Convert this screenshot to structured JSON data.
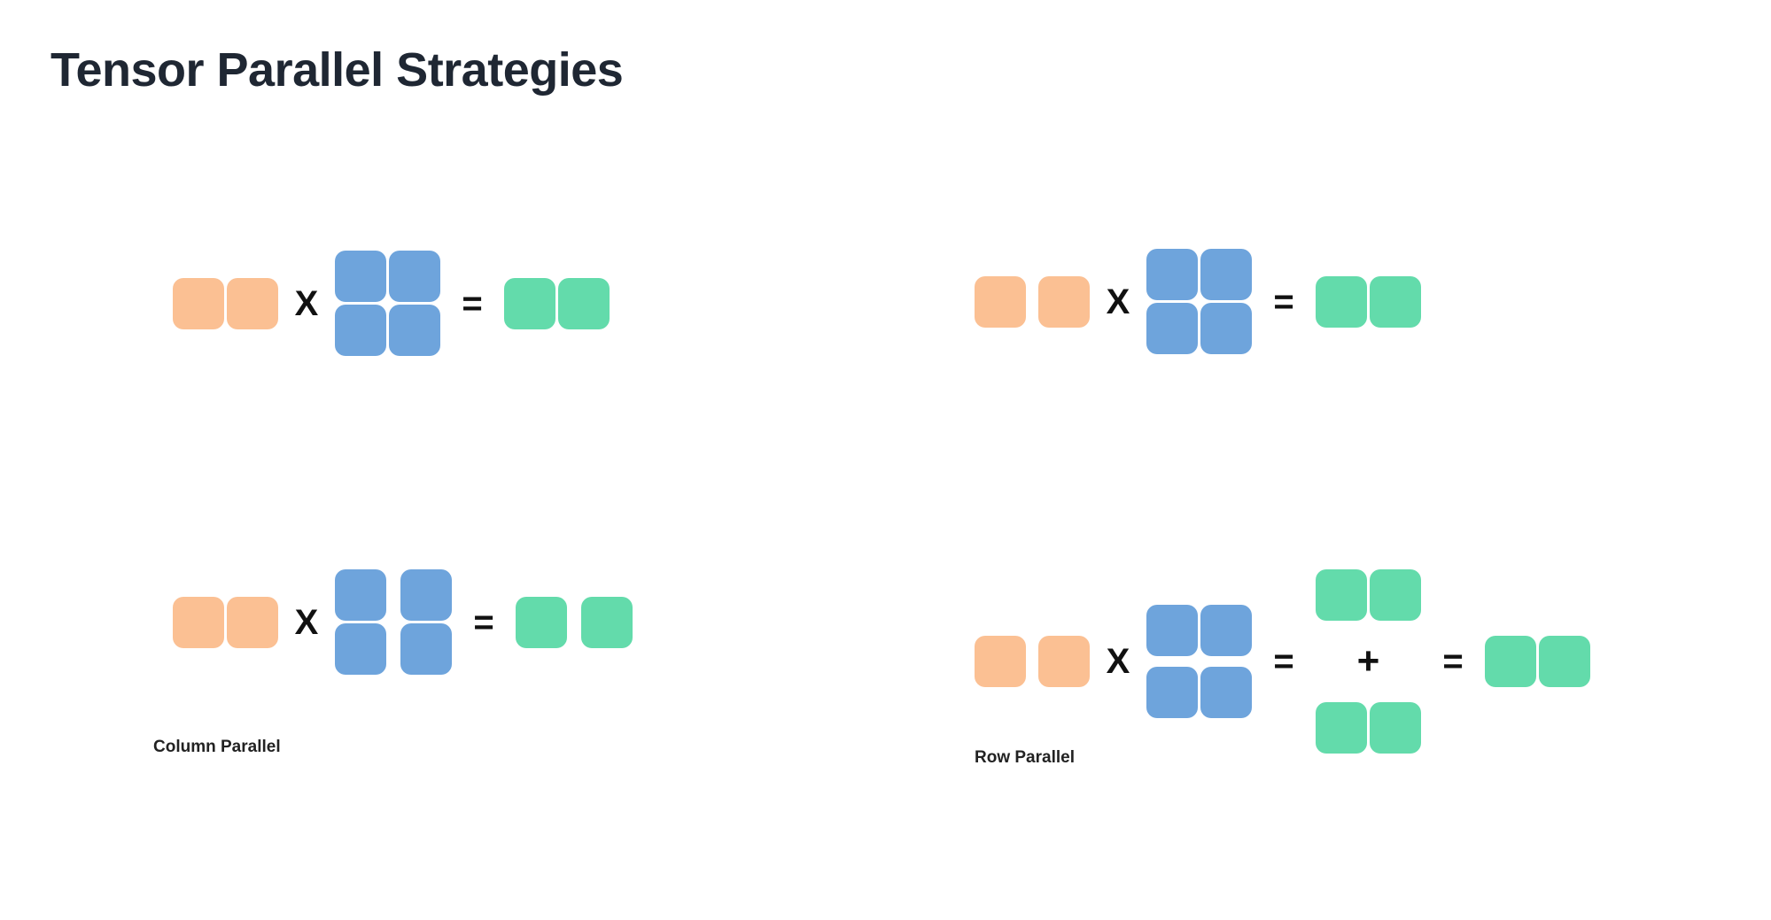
{
  "page": {
    "title": "Tensor Parallel Strategies",
    "background": "#ffffff"
  },
  "palette": {
    "activation_orange": "#fbc093",
    "weight_blue": "#6ea4dc",
    "output_green": "#63dbab",
    "title_color": "#1f2733",
    "operator_color": "#111111"
  },
  "operators": {
    "multiply": "X",
    "equals": "=",
    "plus": "+"
  },
  "captions": {
    "column_parallel": "Column Parallel",
    "row_parallel": "Row Parallel"
  },
  "diagrams": [
    {
      "id": "column-parallel-unsharded",
      "caption": null,
      "description": "full activations times full weights equals full output",
      "input": {
        "color": "#fbc093",
        "rows": 1,
        "cols": 2,
        "split": "none"
      },
      "weights": {
        "color": "#6ea4dc",
        "rows": 2,
        "cols": 2,
        "split": "none"
      },
      "output": {
        "color": "#63dbab",
        "rows": 1,
        "cols": 2,
        "split": "none"
      }
    },
    {
      "id": "row-parallel-unsharded",
      "caption": null,
      "description": "split activations times full weights equals full output",
      "input": {
        "color": "#fbc093",
        "rows": 1,
        "cols": 2,
        "split": "columns"
      },
      "weights": {
        "color": "#6ea4dc",
        "rows": 2,
        "cols": 2,
        "split": "none"
      },
      "output": {
        "color": "#63dbab",
        "rows": 1,
        "cols": 2,
        "split": "none"
      }
    },
    {
      "id": "column-parallel-sharded",
      "caption": "Column Parallel",
      "description": "full activations times column-sharded weights equals column-sharded output",
      "input": {
        "color": "#fbc093",
        "rows": 1,
        "cols": 2,
        "split": "none"
      },
      "weights": {
        "color": "#6ea4dc",
        "rows": 2,
        "cols": 2,
        "split": "columns"
      },
      "output": {
        "color": "#63dbab",
        "rows": 1,
        "cols": 2,
        "split": "columns"
      }
    },
    {
      "id": "row-parallel-sharded",
      "caption": "Row Parallel",
      "description": "split activations times row-sharded weights equals two partial outputs summed into final output",
      "input": {
        "color": "#fbc093",
        "rows": 1,
        "cols": 2,
        "split": "columns"
      },
      "weights": {
        "color": "#6ea4dc",
        "rows": 2,
        "cols": 2,
        "split": "rows"
      },
      "partial_outputs": [
        {
          "color": "#63dbab",
          "rows": 1,
          "cols": 2,
          "split": "none"
        },
        {
          "color": "#63dbab",
          "rows": 1,
          "cols": 2,
          "split": "none"
        }
      ],
      "output": {
        "color": "#63dbab",
        "rows": 1,
        "cols": 2,
        "split": "none"
      }
    }
  ]
}
